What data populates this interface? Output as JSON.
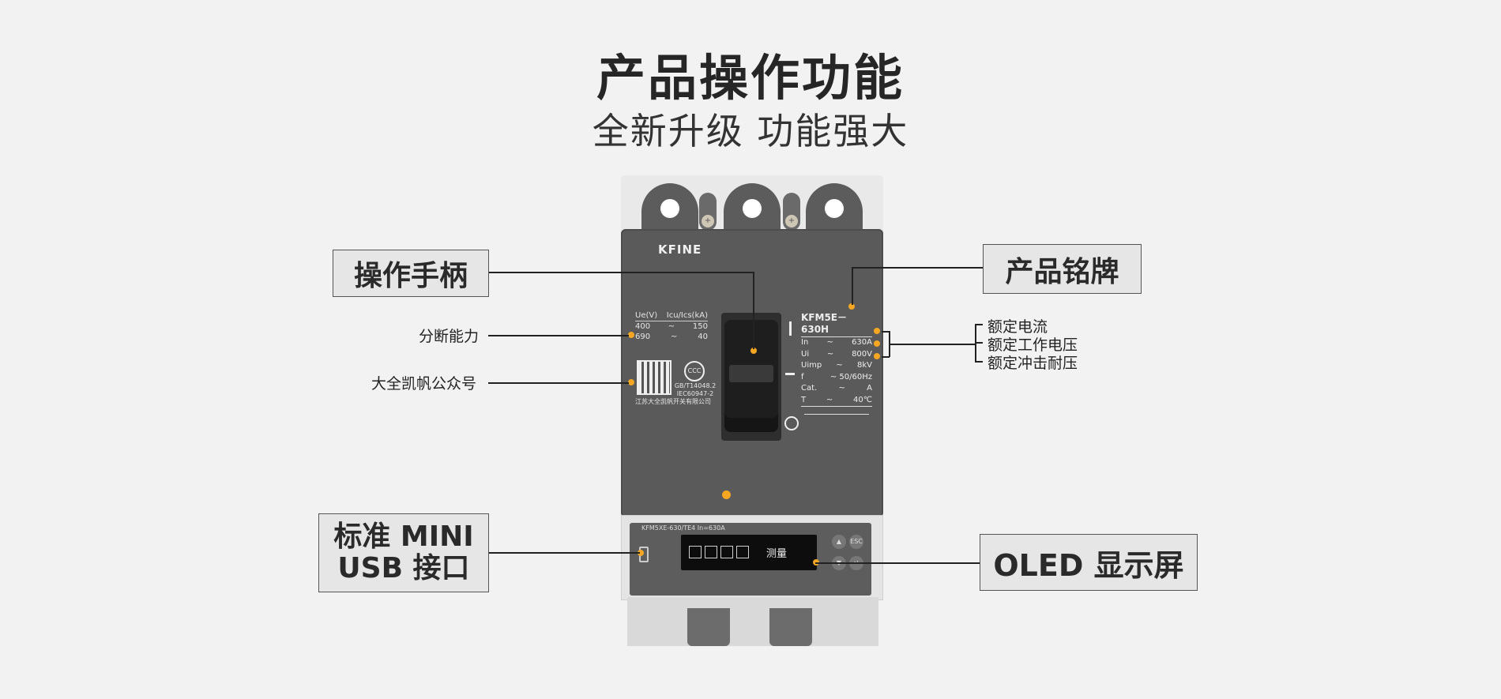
{
  "header": {
    "title": "产品操作功能",
    "subtitle": "全新升级 功能强大"
  },
  "callouts": {
    "handle": "操作手柄",
    "nameplate": "产品铭牌",
    "usb": "标准 MINI\nUSB 接口",
    "usb_line1": "标准 MINI",
    "usb_line2": "USB 接口",
    "oled": "OLED 显示屏",
    "breaking_capacity": "分断能力",
    "wechat": "大全凯帆公众号",
    "rated_current": "额定电流",
    "rated_voltage": "额定工作电压",
    "impulse_voltage": "额定冲击耐压"
  },
  "product": {
    "brand": "KFINE",
    "ratings": {
      "header_left": "Ue(V)",
      "header_right": "Icu/Ics(kA)",
      "rows": [
        {
          "v": "400",
          "sep": "~",
          "ka": "150"
        },
        {
          "v": "690",
          "sep": "~",
          "ka": "40"
        }
      ]
    },
    "cert": "GB/T14048.2\nIEC60947-2",
    "cert_line1": "GB/T14048.2",
    "cert_line2": "IEC60947-2",
    "maker": "江苏大全凯帆开关有限公司",
    "ccc_mark": "CCC",
    "nameplate": {
      "model": "KFM5E－630H",
      "rows": [
        {
          "k": "In",
          "v": "630A"
        },
        {
          "k": "Ui",
          "v": "800V"
        },
        {
          "k": "Uimp",
          "v": "8kV"
        },
        {
          "k": "f",
          "v": "~ 50/60Hz"
        },
        {
          "k": "Cat.",
          "v": "A"
        },
        {
          "k": "T",
          "v": "40℃"
        }
      ]
    },
    "trip_unit_label": "KFM5XE-630/TE4  In=630A",
    "oled_text": "测量",
    "esc": "ESC"
  },
  "colors": {
    "accent_dot": "#f5a623",
    "body": "#5a5a5a",
    "background": "#f2f2f2"
  }
}
